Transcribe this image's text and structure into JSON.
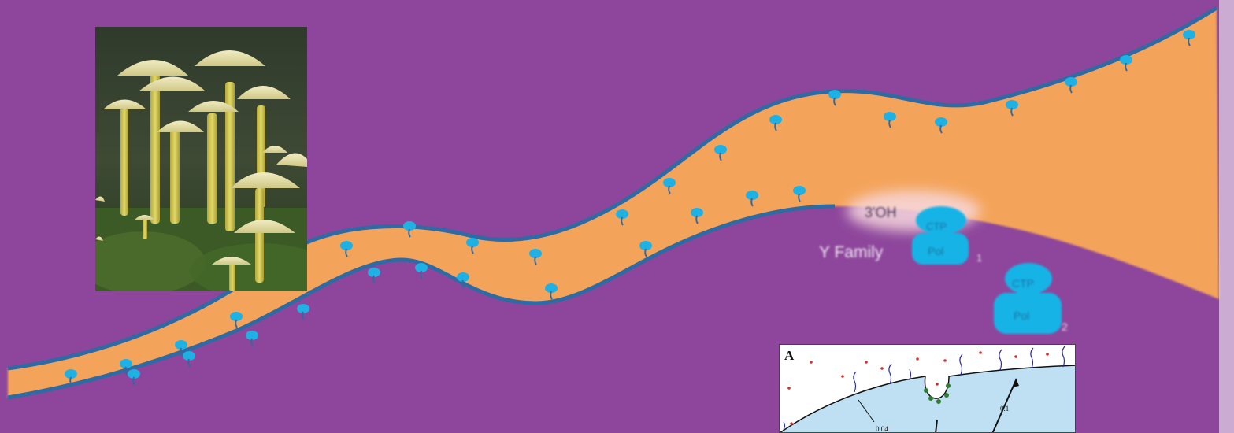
{
  "figure": {
    "oh_label": "3'OH",
    "ctp_label_1": "CTP",
    "pol_family_label": "Y Family",
    "pol_label_1": "Pol",
    "marker_1": "1",
    "ctp_label_2": "CTP",
    "pol_label_2": "Pol",
    "marker_2": "2"
  },
  "colors": {
    "background": "#8d469b",
    "strand_fill": "#f4a45a",
    "backbone": "#2e6aa3",
    "protein": "#19b4e6"
  },
  "inset": {
    "panel_label": "A",
    "value_1": "0.04",
    "value_2": "0.1"
  },
  "photo": {
    "subject": "mushrooms"
  }
}
